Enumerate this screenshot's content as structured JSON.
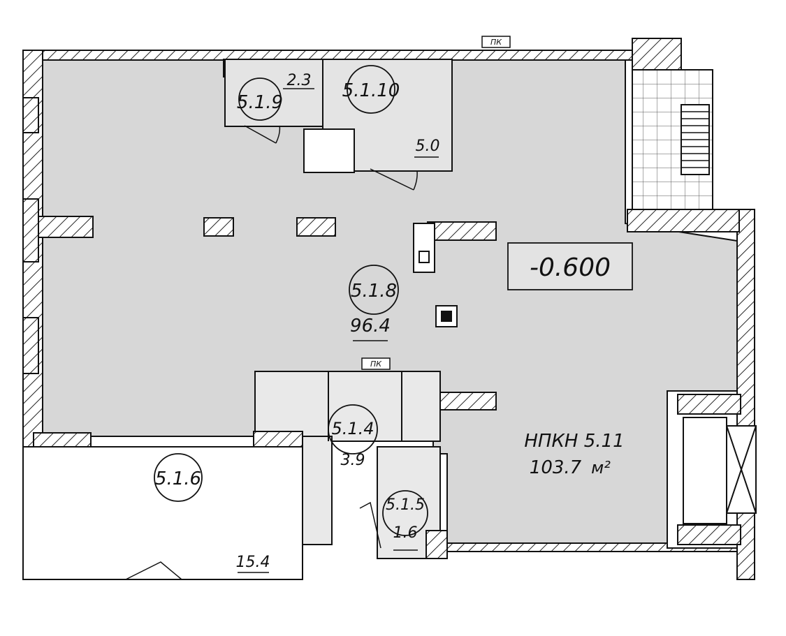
{
  "plan": {
    "elevation_mark": "-0.600",
    "unit_label": "НПКН  5.11",
    "unit_area": "103.7",
    "unit_area_unit": "м²",
    "service_marks": [
      "ПК",
      "ПК"
    ],
    "rooms": [
      {
        "id": "5.1.9",
        "area": "2.3"
      },
      {
        "id": "5.1.10",
        "area": "5.0"
      },
      {
        "id": "5.1.8",
        "area": "96.4"
      },
      {
        "id": "5.1.4",
        "area": "3.9"
      },
      {
        "id": "5.1.5",
        "area": "1.6"
      },
      {
        "id": "5.1.6",
        "area": "15.4"
      }
    ],
    "colors": {
      "floor_fill": "#d7d7d7",
      "wall": "#111111",
      "hatch_fill": "#ffffff",
      "label_box": "#e3e3e3"
    }
  }
}
